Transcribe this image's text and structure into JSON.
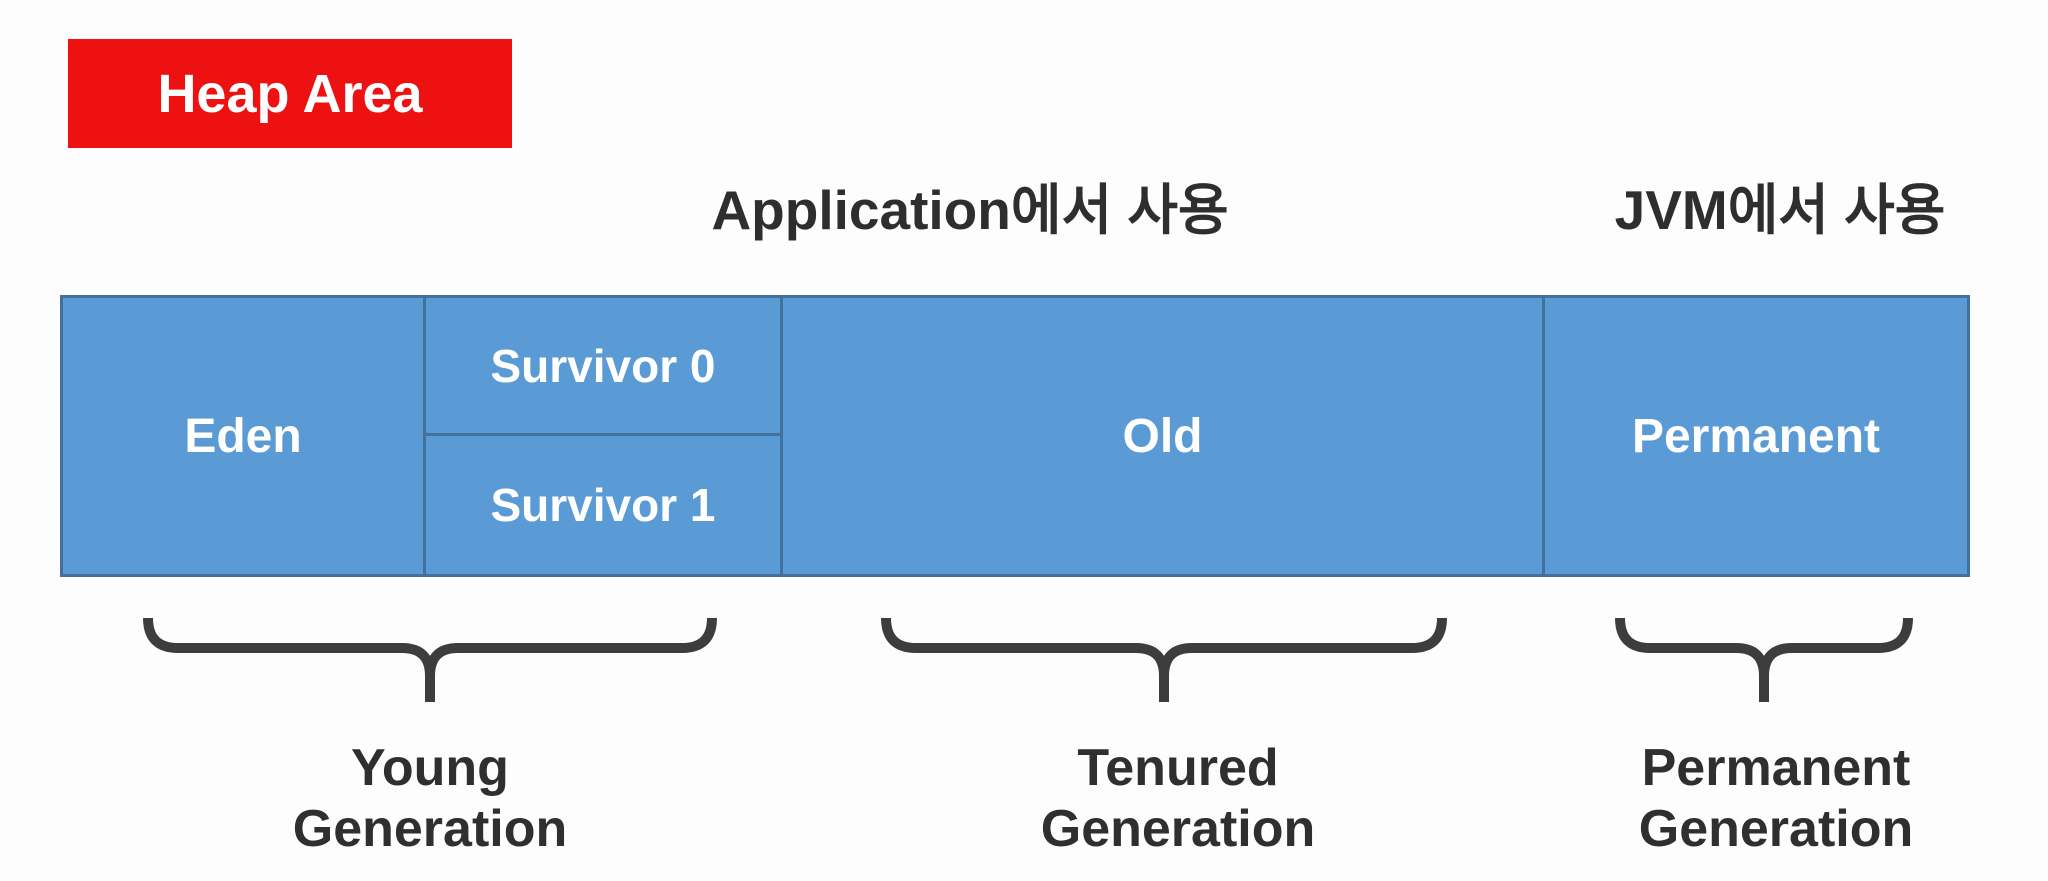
{
  "header": {
    "heap_area_label": "Heap Area"
  },
  "annotations": {
    "application_usage": "Application에서 사용",
    "jvm_usage": "JVM에서 사용"
  },
  "heap_bar": {
    "sections": [
      {
        "id": "eden",
        "label": "Eden"
      },
      {
        "id": "survivor",
        "cells": [
          {
            "label": "Survivor 0"
          },
          {
            "label": "Survivor 1"
          }
        ]
      },
      {
        "id": "old",
        "label": "Old"
      },
      {
        "id": "permanent",
        "label": "Permanent"
      }
    ]
  },
  "generations": [
    {
      "id": "young",
      "line1": "Young",
      "line2": "Generation"
    },
    {
      "id": "tenured",
      "line1": "Tenured",
      "line2": "Generation"
    },
    {
      "id": "permanent",
      "line1": "Permanent",
      "line2": "Generation"
    }
  ],
  "colors": {
    "badge_red": "#ee1111",
    "bar_fill_blue": "#5b9bd5",
    "bar_border_blue": "#41719c",
    "brace_gray": "#3d3d3d",
    "text_dark": "#2e2e2e",
    "label_white": "#ffffff",
    "background": "#fdfdfd"
  }
}
